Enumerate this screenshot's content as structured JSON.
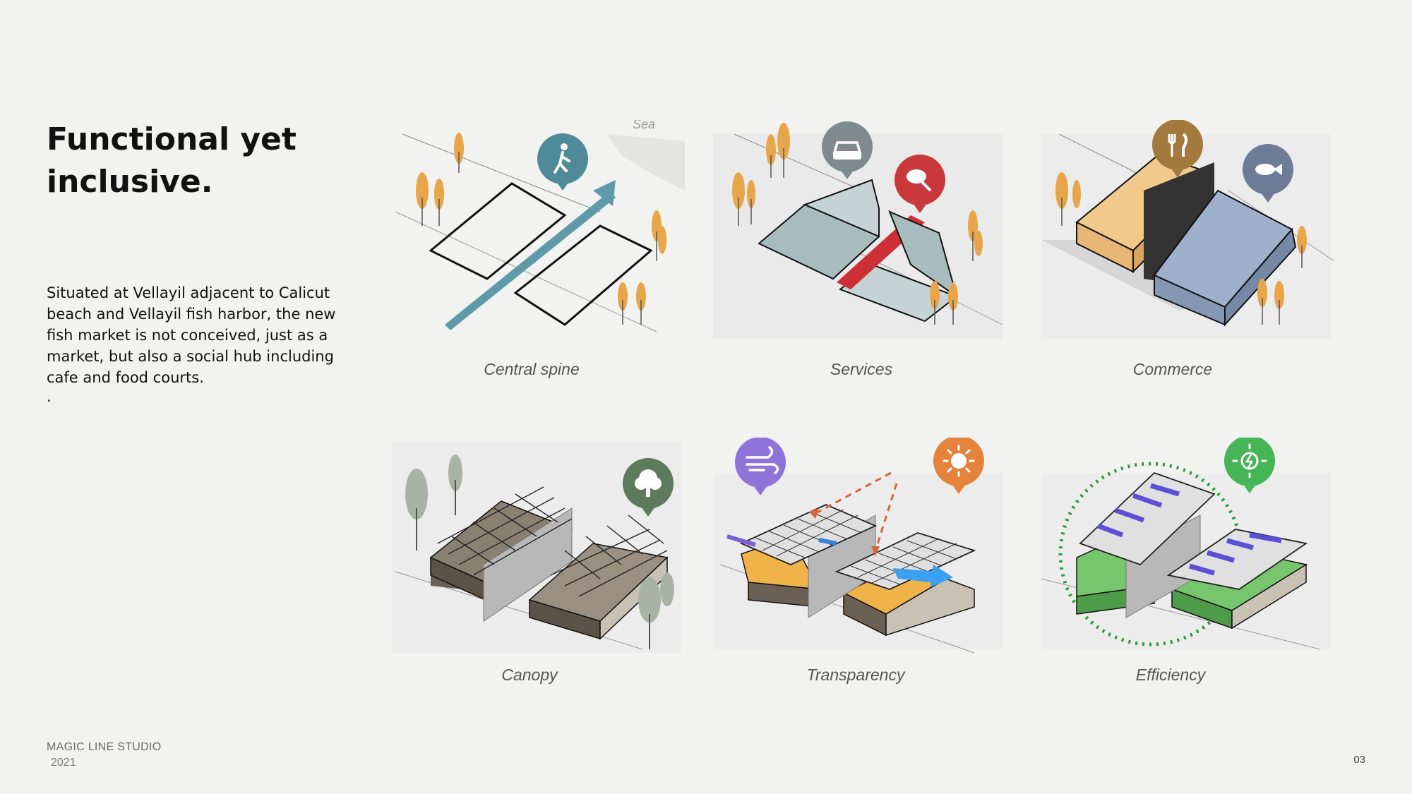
{
  "heading": {
    "line1": "Functional yet",
    "line2": "inclusive."
  },
  "description": "Situated at Vellayil adjacent to Calicut beach and Vellayil fish harbor, the new fish market is not conceived, just as a market, but also a social hub including cafe and food courts.",
  "description_trailing": ".",
  "footer": {
    "studio": "MAGIC LINE STUDIO",
    "year": "2021",
    "page": "03"
  },
  "diagrams": [
    {
      "caption": "Central spine",
      "label": "Sea",
      "icons": [
        "pedestrian-icon"
      ]
    },
    {
      "caption": "Services",
      "icons": [
        "car-icon",
        "meat-icon"
      ]
    },
    {
      "caption": "Commerce",
      "icons": [
        "fork-knife-icon",
        "fish-icon"
      ]
    },
    {
      "caption": "Canopy",
      "icons": [
        "tree-icon"
      ]
    },
    {
      "caption": "Transparency",
      "icons": [
        "wind-icon",
        "sun-icon"
      ]
    },
    {
      "caption": "Efficiency",
      "icons": [
        "solar-energy-icon"
      ]
    }
  ],
  "colors": {
    "spine": "#5f9aa8",
    "pin_teal": "#4f8a99",
    "pin_grey": "#7f8a8c",
    "pin_red": "#c9393b",
    "pin_brown": "#a27a3e",
    "pin_slate": "#6d7b96",
    "pin_green_dark": "#5e7a5c",
    "pin_purple": "#8f73d8",
    "pin_orange": "#e5833d",
    "pin_green": "#45b556",
    "tree": "#e8a64a",
    "services_block": "#a9bcbd",
    "services_strip": "#cc2f35",
    "commerce_yellow": "#f1c98b",
    "commerce_blue": "#9eb0cc",
    "efficiency_green": "#77c56d",
    "transparency_orange": "#f0b34a"
  }
}
